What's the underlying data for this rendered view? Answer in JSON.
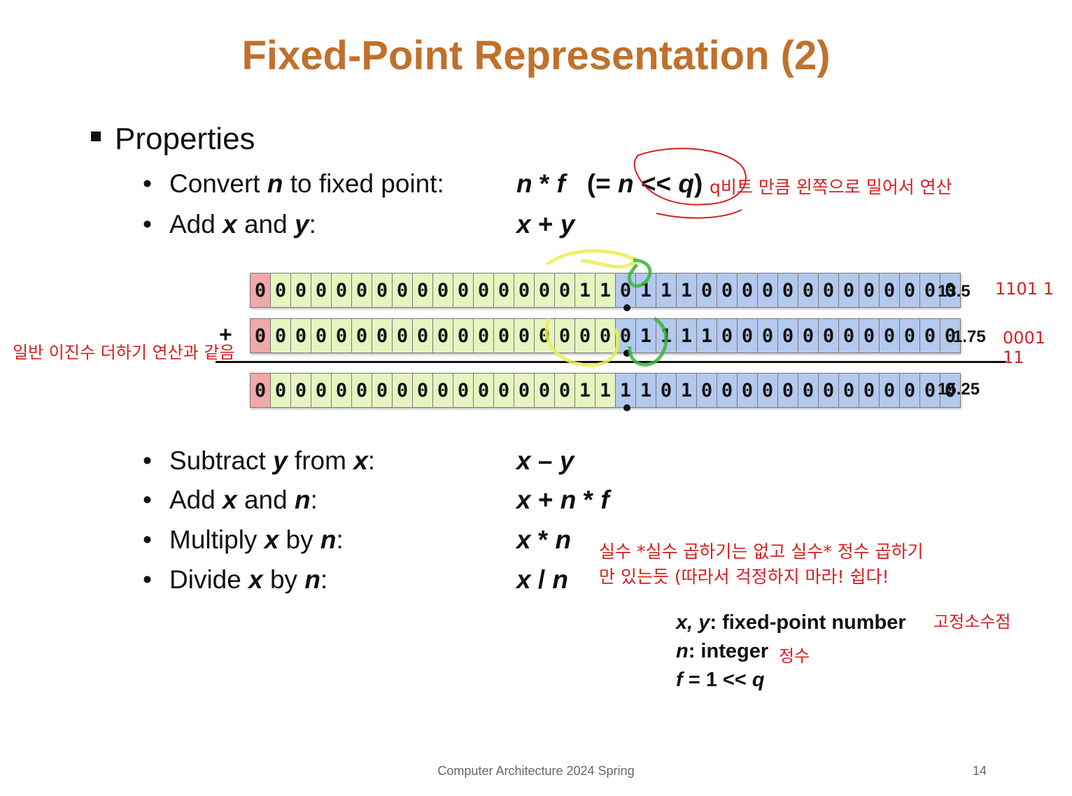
{
  "title": "Fixed-Point Representation (2)",
  "section": "Properties",
  "items_top": [
    {
      "parts": [
        "Convert ",
        "n",
        " to fixed point:"
      ],
      "formula": [
        "n",
        " * ",
        "f",
        "   (= ",
        "n",
        " << ",
        "q",
        ")"
      ]
    },
    {
      "parts": [
        "Add ",
        "x",
        " and ",
        "y",
        ":"
      ],
      "formula": [
        "x",
        " + ",
        "y"
      ]
    }
  ],
  "items_bottom": [
    {
      "parts": [
        "Subtract ",
        "y",
        " from ",
        "x",
        ":"
      ],
      "formula": [
        "x",
        " – ",
        "y"
      ]
    },
    {
      "parts": [
        "Add ",
        "x",
        " and ",
        "n",
        ":"
      ],
      "formula": [
        "x",
        " + ",
        "n",
        " * ",
        "f"
      ]
    },
    {
      "parts": [
        "Multiply ",
        "x",
        " by ",
        "n",
        ":"
      ],
      "formula": [
        "x",
        " * ",
        "n"
      ]
    },
    {
      "parts": [
        "Divide ",
        "x",
        " by ",
        "n",
        ":"
      ],
      "formula": [
        "x",
        " / ",
        "n"
      ]
    }
  ],
  "rows": [
    {
      "bits": "00000000000000001101110000000000000",
      "value": "13.5"
    },
    {
      "bits": "00000000000000000001111000000000000",
      "value": "1.75"
    },
    {
      "bits": "00000000000000001111010000000000000",
      "value": "15.25"
    }
  ],
  "plus_sign": "+",
  "legend": [
    {
      "parts": [
        "x, y",
        ": fixed-point number"
      ]
    },
    {
      "parts": [
        "n",
        ": integer"
      ]
    },
    {
      "parts": [
        "f",
        " = 1 << ",
        "q"
      ]
    }
  ],
  "annotations": {
    "shift": "q비트 만큼 왼쪽으로 밀어서 연산",
    "bits_13_5": "1101 1",
    "bits_1_75": "0001 11",
    "binary_add": "일반 이진수 더하기 연산과 같음",
    "multiply_note_1": "실수 *실수 곱하기는 없고 실수* 정수 곱하기",
    "multiply_note_2": "만 있는듯 (따라서 걱정하지 마라! 쉽다!",
    "fixed_point_ko": "고정소수점",
    "integer_ko": "정수"
  },
  "footer": "Computer Architecture 2024 Spring",
  "page_number": "14",
  "colors": {
    "title": "#c0712c",
    "sign": "#f0a8a8",
    "int": "#e6f5c0",
    "frac": "#b3c9ee",
    "annotation": "#d42020"
  }
}
